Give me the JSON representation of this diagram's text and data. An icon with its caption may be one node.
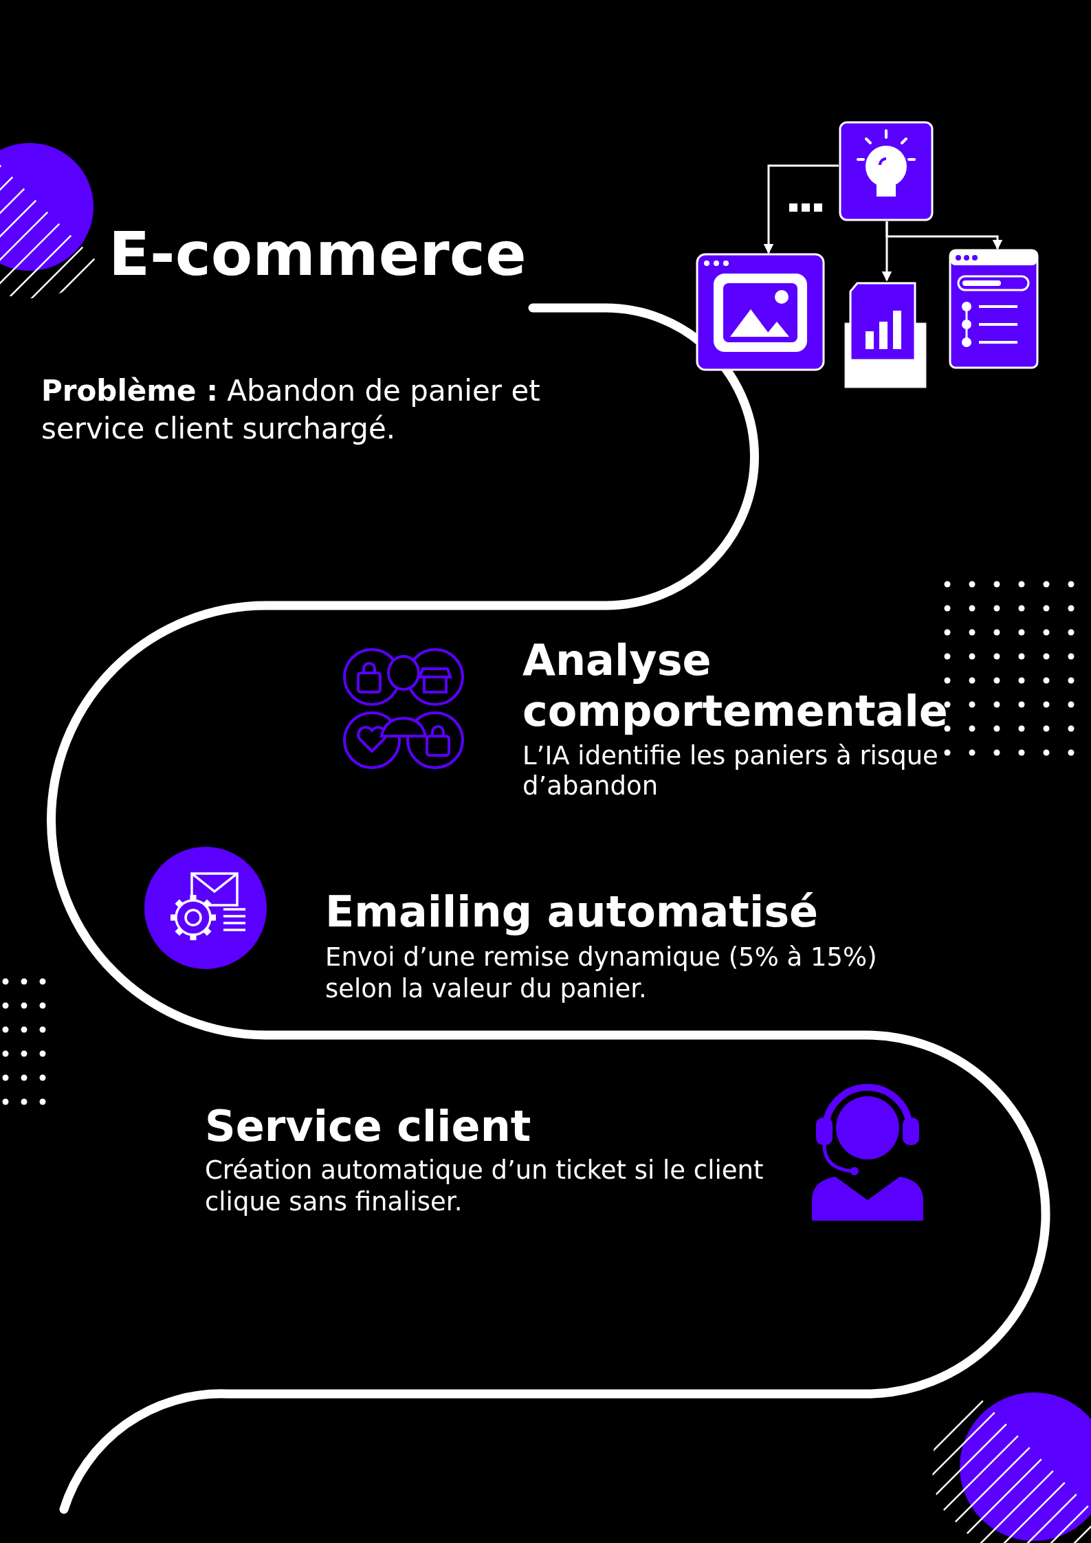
{
  "diagram": {
    "title": "E-commerce",
    "nodes": [
      {
        "text": [],
        "shape": "picture"
      },
      {
        "text": [],
        "shape": "picture"
      },
      {
        "text": [],
        "shape": "picture"
      },
      {
        "text": [],
        "shape": "picture"
      }
    ],
    "edges": [
      {
        "from": 0,
        "to": 1,
        "arrow": "to"
      },
      {
        "from": 0,
        "to": 2,
        "arrow": "to"
      },
      {
        "from": 0,
        "to": 3,
        "arrow": "to"
      }
    ],
    "labels": [
      "**Problème :** Abandon de panier et service client surchargé.",
      "Analyse comportementale",
      "L’IA identifie les paniers à risque d’abandon",
      "Emailing automatisé",
      "Envoi d’une remise dynamique (5% à 15%) selon la valeur du panier.",
      "Service client",
      "Création automatique d’un ticket si le client clique sans finaliser."
    ]
  }
}
